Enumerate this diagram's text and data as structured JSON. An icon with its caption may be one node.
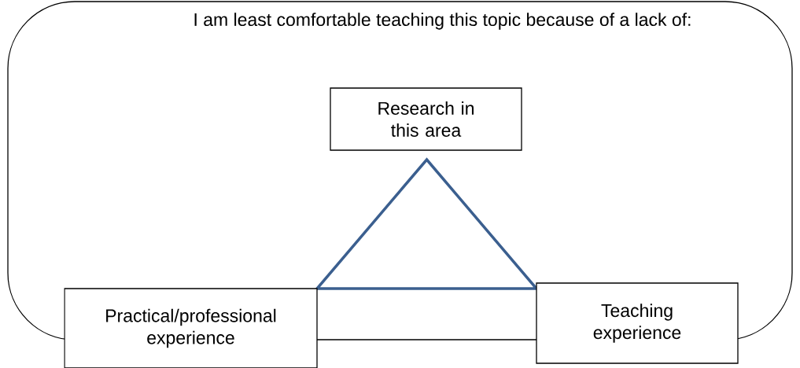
{
  "diagram": {
    "nodes": [
      {
        "text": [
          "I am least comfortable teaching this topic because of a lack of:"
        ]
      },
      {
        "text": [
          "Research in this area"
        ],
        "in": 0
      },
      {
        "text": [],
        "shape": "triangle",
        "in": 0
      },
      {
        "text": [
          "Practical/professional experience"
        ]
      },
      {
        "text": [
          "Teaching experience"
        ]
      }
    ]
  }
}
